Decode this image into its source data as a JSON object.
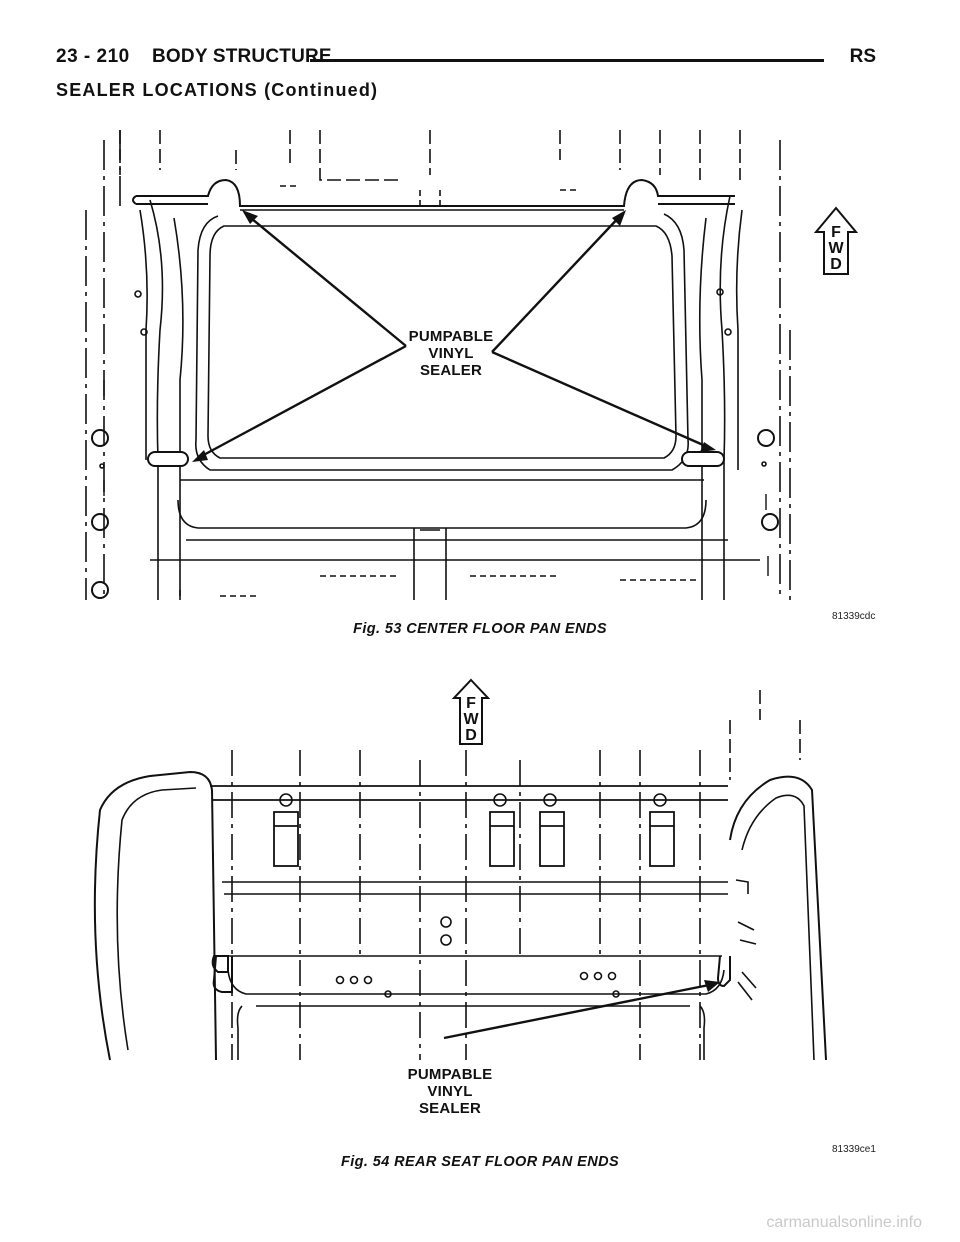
{
  "header": {
    "page_number": "23 - 210",
    "section": "BODY STRUCTURE",
    "model": "RS"
  },
  "section_heading": "SEALER LOCATIONS (Continued)",
  "figures": [
    {
      "caption": "Fig. 53 CENTER FLOOR PAN ENDS",
      "code": "81339cdc",
      "callout": [
        "PUMPABLE",
        "VINYL",
        "SEALER"
      ],
      "direction": [
        "F",
        "W",
        "D"
      ]
    },
    {
      "caption": "Fig. 54 REAR SEAT FLOOR PAN ENDS",
      "code": "81339ce1",
      "callout": [
        "PUMPABLE",
        "VINYL",
        "SEALER"
      ],
      "direction": [
        "F",
        "W",
        "D"
      ]
    }
  ],
  "watermark": "carmanualsonline.info"
}
